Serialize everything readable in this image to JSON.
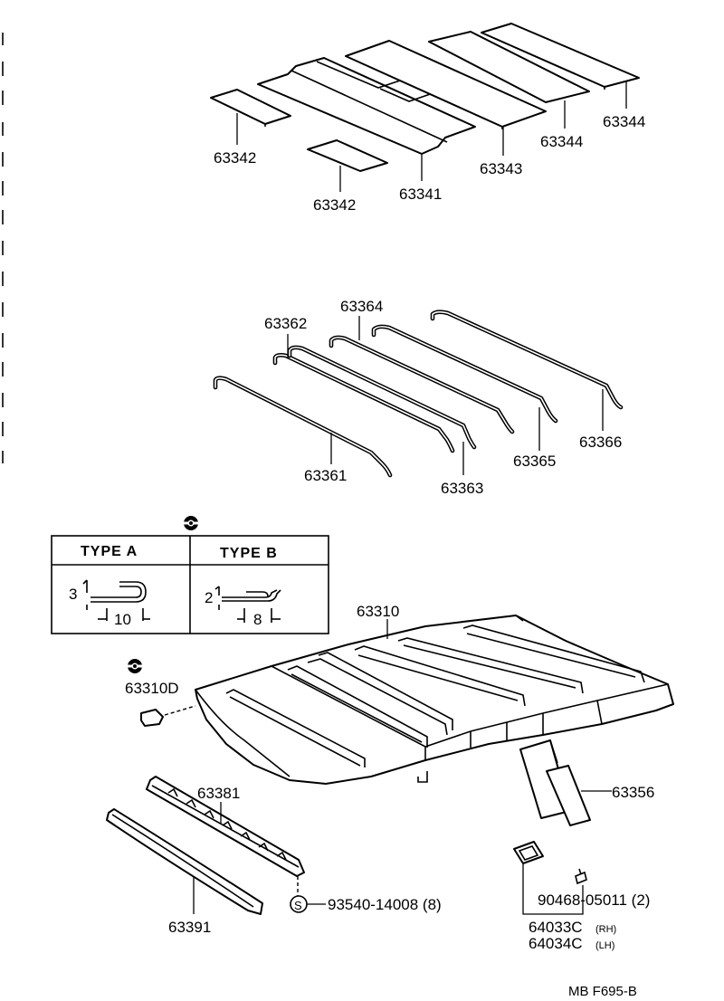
{
  "sound_deadening_pads": {
    "left_upper": "63342",
    "left_lower": "63342",
    "center_board": "63341",
    "middle": "63343",
    "right_inner": "63344",
    "right_outer": "63344"
  },
  "support_wires": {
    "front": "63361",
    "second": "63362",
    "third": "63363",
    "fourth": "63364",
    "fifth": "63365",
    "rear": "63366"
  },
  "type_table": {
    "type_a": "TYPE  A",
    "type_b": "TYPE  B",
    "a_height": "3",
    "a_width": "10",
    "b_height": "2",
    "b_width": "8"
  },
  "headlining": {
    "lining": "63310",
    "clip": "63310D",
    "strip": "63356"
  },
  "front_parts": {
    "retainer": "63381",
    "moulding": "63391",
    "screw_symbol": "S",
    "screw": "93540-14008 (8)"
  },
  "lamp": {
    "bulb": "90468-05011 (2)",
    "rh_part": "64033C",
    "rh_side": "(RH)",
    "lh_part": "64034C",
    "lh_side": "(LH)"
  },
  "footer": {
    "code": "MB  F695-B"
  }
}
